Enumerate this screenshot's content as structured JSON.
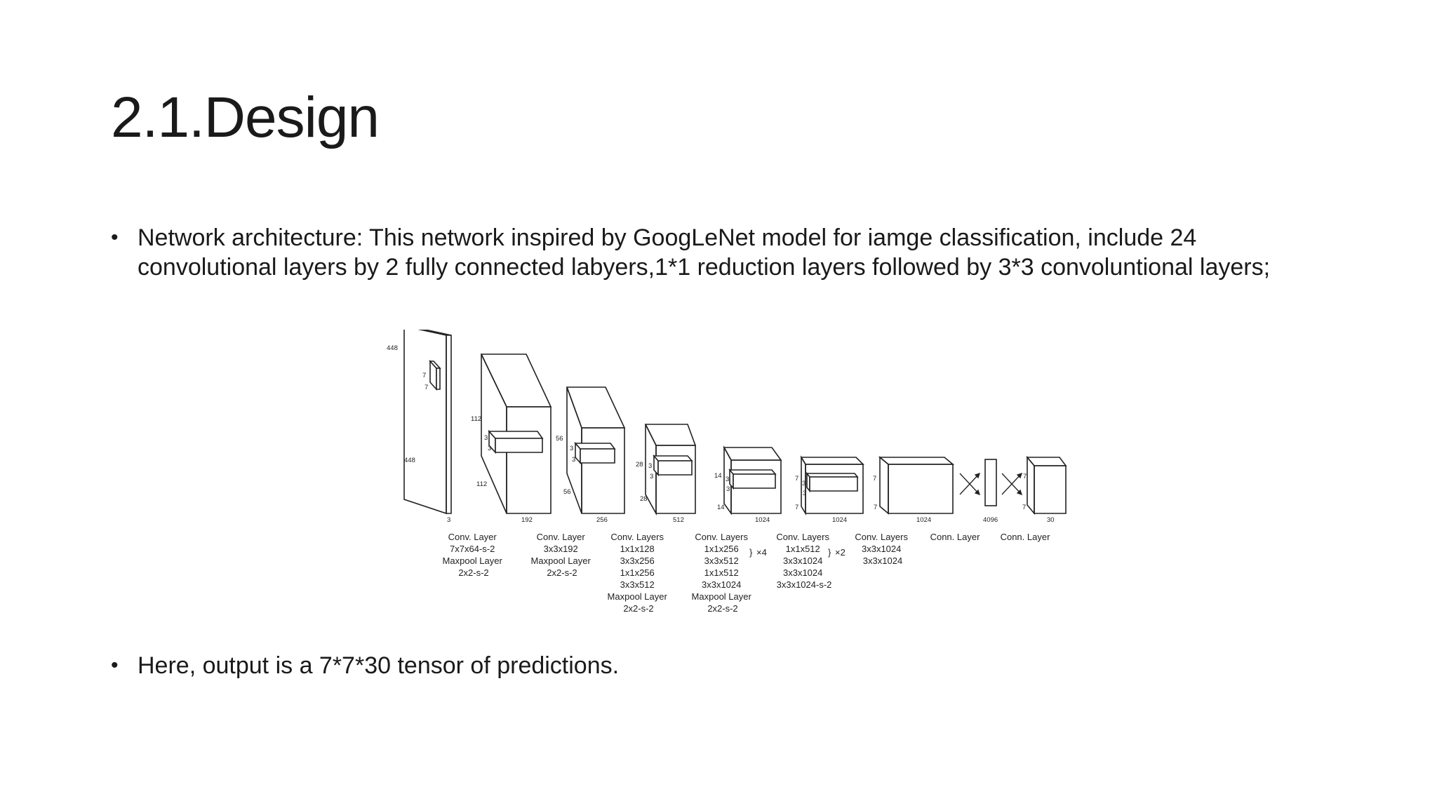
{
  "slide": {
    "title": "2.1.Design",
    "bullets": [
      {
        "line1": "Network architecture: This network inspired by GoogLeNet model for iamge classification, include 24",
        "line2": "convolutional layers by 2 fully connected labyers,1*1 reduction layers followed by 3*3 convoluntional layers;"
      },
      {
        "line1": "Here, output is a 7*7*30 tensor of predictions."
      }
    ]
  },
  "diagram": {
    "dimension_labels": {
      "input_h": "448",
      "input_w": "448",
      "input_k1": "7",
      "input_k2": "7",
      "input_c": "3",
      "b1_h": "112",
      "b1_w": "112",
      "b1_k1": "3",
      "b1_k2": "3",
      "b1_c": "192",
      "b2_h": "56",
      "b2_w": "56",
      "b2_k1": "3",
      "b2_k2": "3",
      "b2_c": "256",
      "b3_h": "28",
      "b3_w": "28",
      "b3_k1": "3",
      "b3_k2": "3",
      "b3_c": "512",
      "b4_h": "14",
      "b4_w": "14",
      "b4_k1": "3",
      "b4_k2": "3",
      "b4_c": "1024",
      "b5_h": "7",
      "b5_w": "7",
      "b5_k1": "3",
      "b5_k2": "3",
      "b5_c": "1024",
      "b6_h": "7",
      "b6_w": "7",
      "b6_c": "1024",
      "fc_c": "4096",
      "out_h": "7",
      "out_w": "7",
      "out_c": "30"
    },
    "captions": {
      "c1": [
        "Conv. Layer",
        "7x7x64-s-2",
        "Maxpool Layer",
        "2x2-s-2"
      ],
      "c2": [
        "Conv. Layer",
        "3x3x192",
        "Maxpool Layer",
        "2x2-s-2"
      ],
      "c3": [
        "Conv. Layers",
        "1x1x128",
        "3x3x256",
        "1x1x256",
        "3x3x512",
        "Maxpool Layer",
        "2x2-s-2"
      ],
      "c4": [
        "Conv. Layers",
        "1x1x256",
        "3x3x512",
        "1x1x512",
        "3x3x1024",
        "Maxpool Layer",
        "2x2-s-2"
      ],
      "c4_repeat": "×4",
      "c5": [
        "Conv. Layers",
        "1x1x512",
        "3x3x1024",
        "3x3x1024",
        "3x3x1024-s-2"
      ],
      "c5_repeat": "×2",
      "c6": [
        "Conv. Layers",
        "3x3x1024",
        "3x3x1024"
      ],
      "c7": [
        "Conn. Layer"
      ],
      "c8": [
        "Conn. Layer"
      ]
    }
  }
}
